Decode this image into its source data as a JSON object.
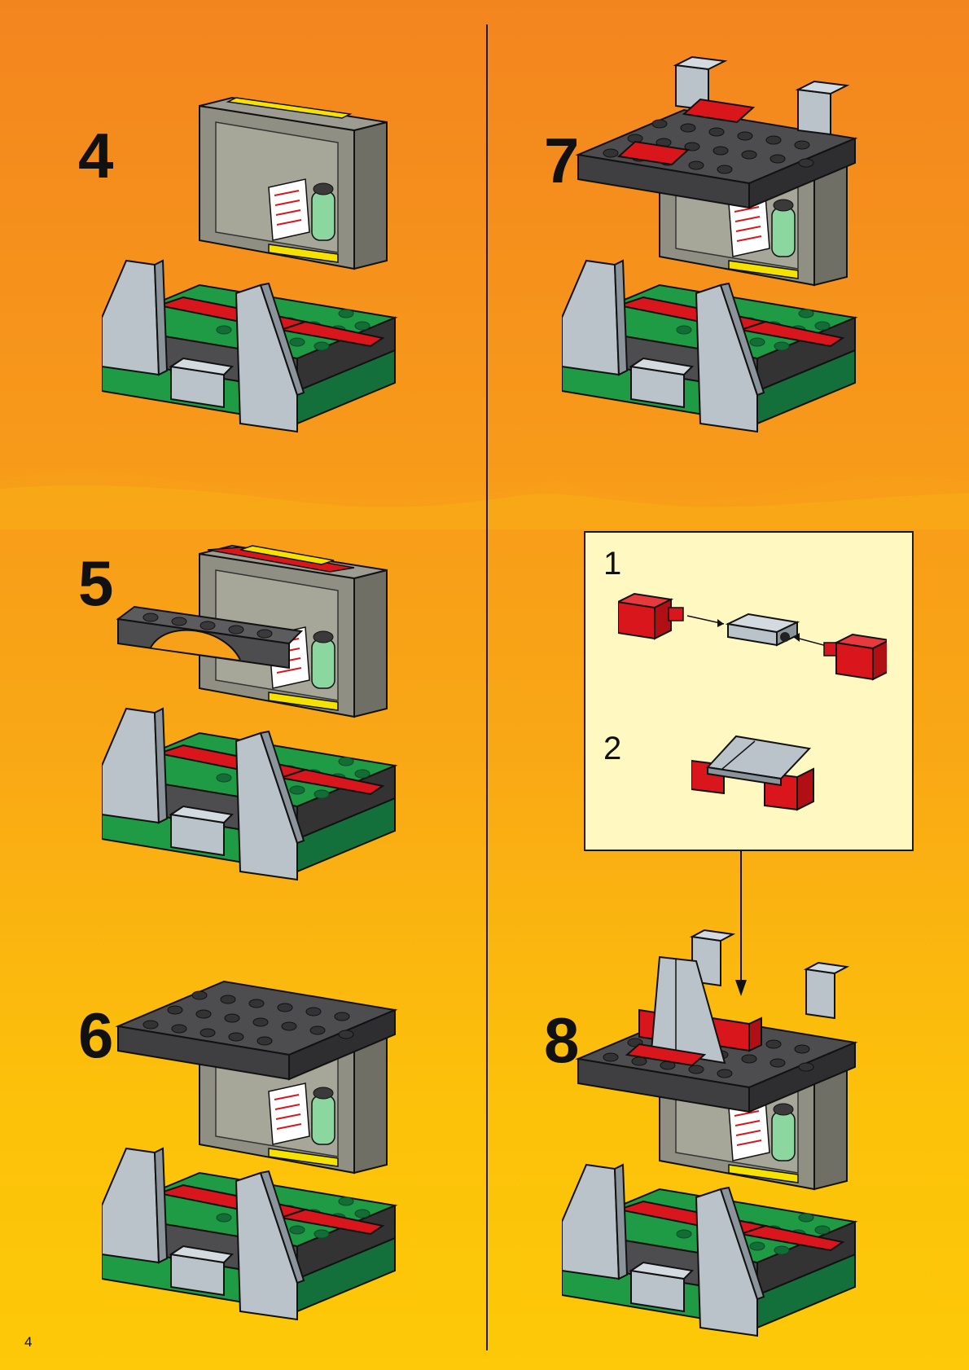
{
  "page_number": "4",
  "steps": [
    {
      "number": "4"
    },
    {
      "number": "5"
    },
    {
      "number": "6"
    },
    {
      "number": "7"
    },
    {
      "number": "8"
    }
  ],
  "inset": {
    "substeps": [
      {
        "number": "1"
      },
      {
        "number": "2"
      }
    ]
  },
  "colors": {
    "background_top": "#f3851f",
    "background_bottom": "#fdc908",
    "baseplate_green": "#1f9a45",
    "dark_gray": "#4d4d4f",
    "light_gray": "#b9c3c9",
    "red": "#d9161c",
    "yellow": "#f5e200",
    "inset_background": "#fff8c0"
  }
}
